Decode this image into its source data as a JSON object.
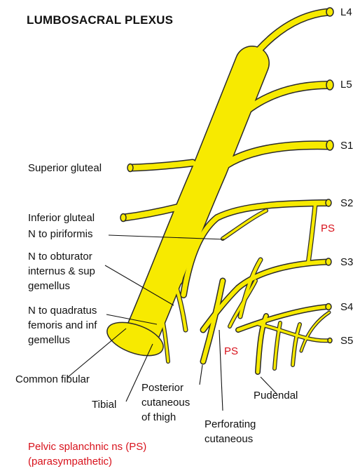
{
  "title": "LUMBOSACRAL PLEXUS",
  "roots": [
    "L4",
    "L5",
    "S1",
    "S2",
    "S3",
    "S4",
    "S5"
  ],
  "left_labels": {
    "superior_gluteal": "Superior gluteal",
    "inferior_gluteal": "Inferior gluteal",
    "n_piriformis": "N to piriformis",
    "n_obturator": [
      "N to obturator",
      "internus & sup",
      "gemellus"
    ],
    "n_quadratus": [
      "N to quadratus",
      "femoris and inf",
      "gemellus"
    ]
  },
  "bottom_labels": {
    "common_fibular": "Common fibular",
    "tibial": "Tibial",
    "posterior_cutaneous": [
      "Posterior",
      "cutaneous",
      "of thigh"
    ],
    "perforating_cutaneous": [
      "Perforating",
      "cutaneous"
    ],
    "pudendal": "Pudendal"
  },
  "ps_labels": [
    "PS",
    "PS"
  ],
  "legend": [
    "Pelvic splanchnic ns (PS)",
    "(parasympathetic)"
  ],
  "colors": {
    "nerve": "#f7ea00",
    "outline": "#2a2a2a",
    "accent": "#d8121c"
  }
}
